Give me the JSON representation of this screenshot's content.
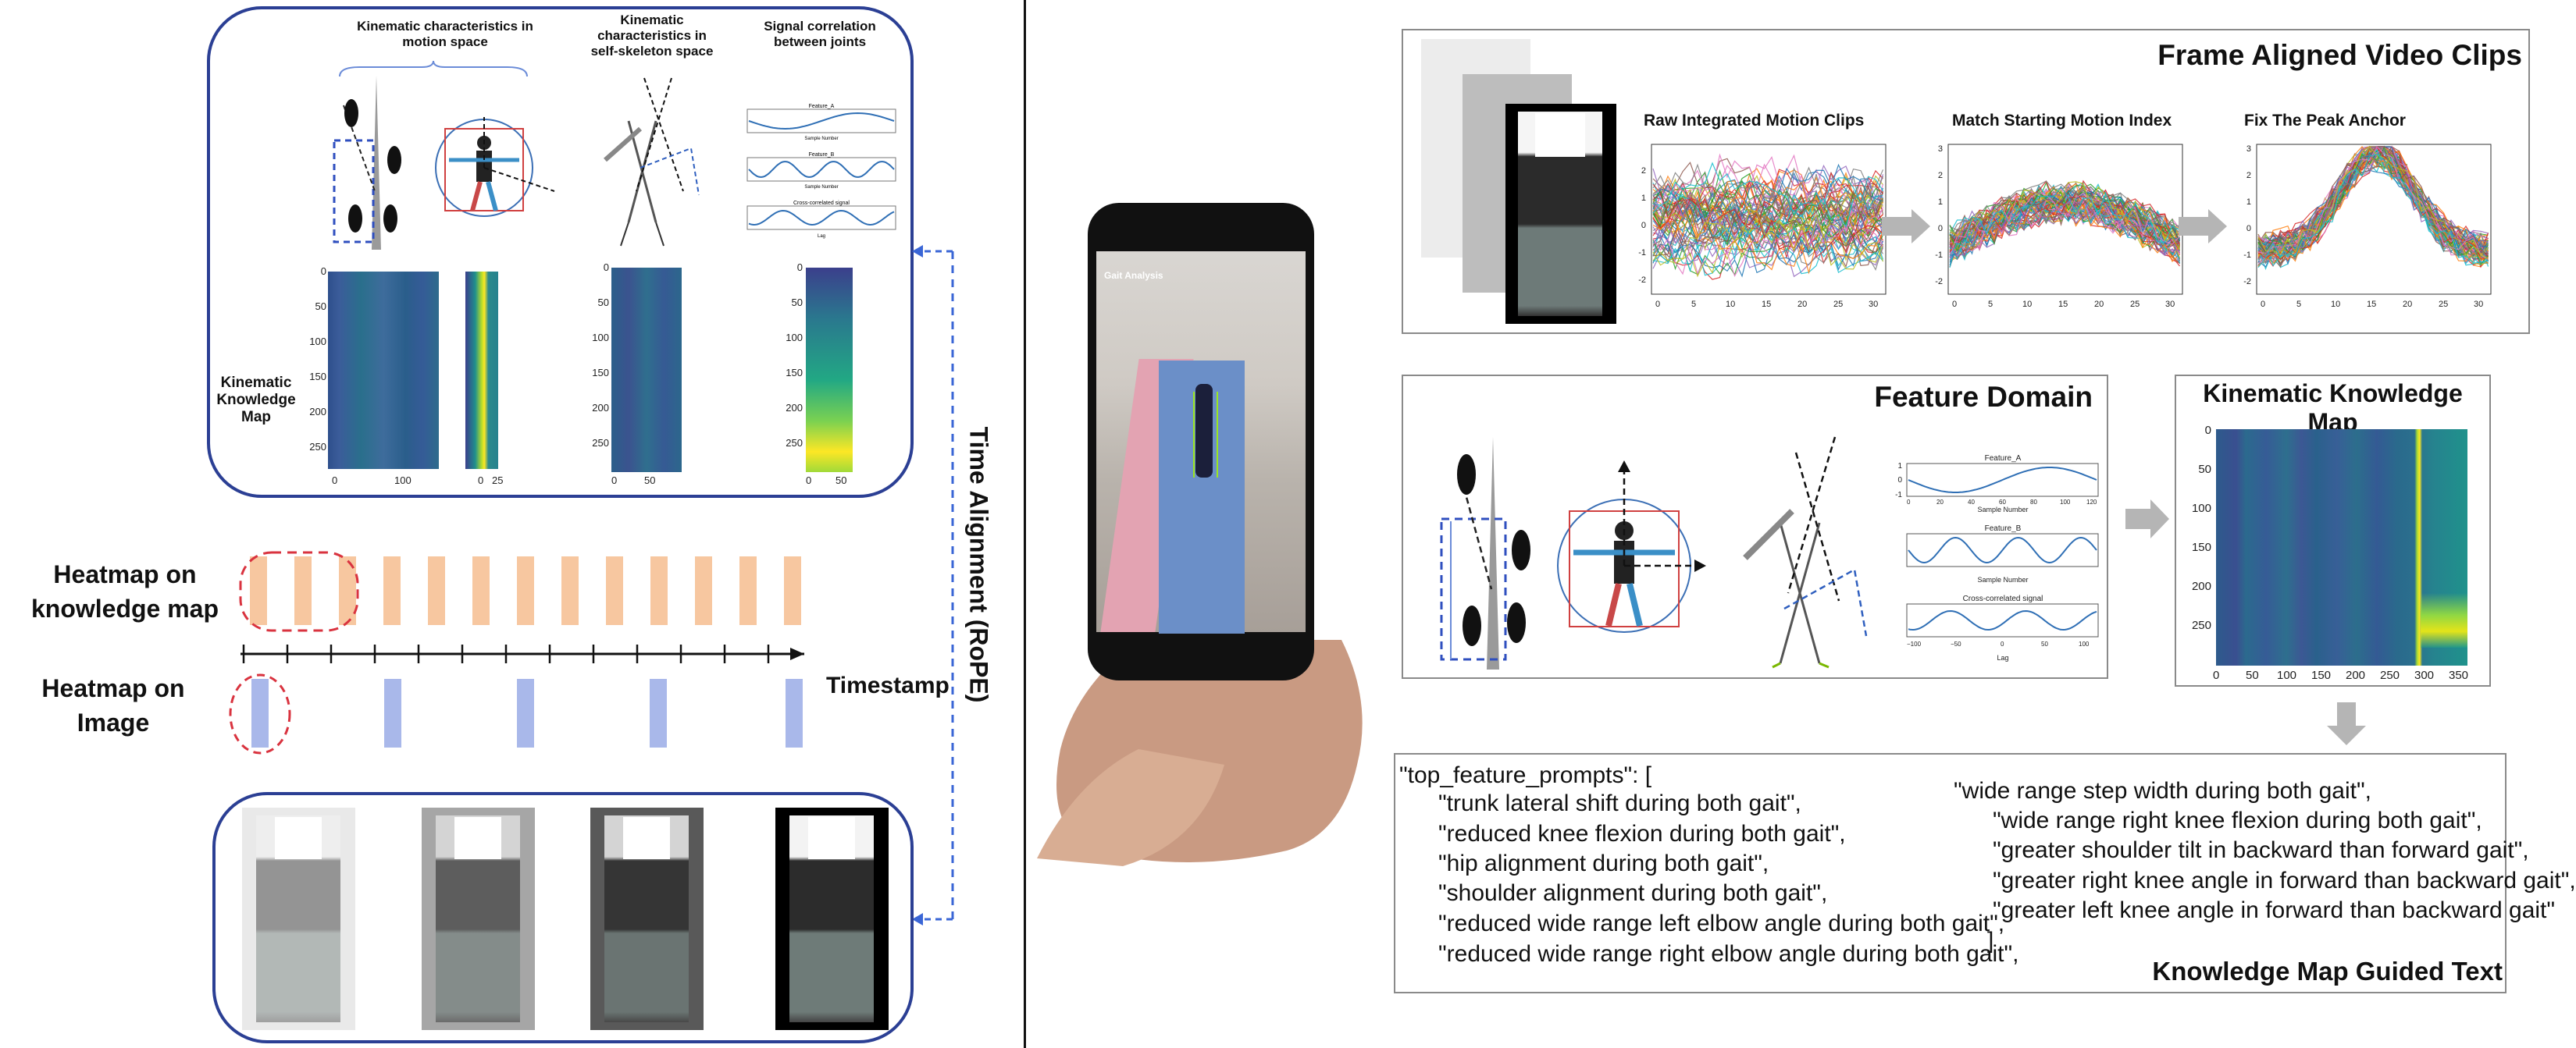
{
  "colors": {
    "frame_blue": "#2b3f94",
    "dash_blue": "#3a66d6",
    "peach": "#f7c7a0",
    "light_blue": "#a9b8ea",
    "dash_red": "#d9333f",
    "viridis_dark": "#3b3f8c",
    "viridis_mid": "#2b8a8c",
    "viridis_yellow": "#f2e72c",
    "signal_line": "#2f6fb5",
    "arrow_gray": "#b5b5b5"
  },
  "left": {
    "top_headers": [
      "Kinematic characteristics in\nmotion space",
      "Kinematic\ncharacteristics in\nself-skeleton space",
      "Signal correlation\nbetween joints"
    ],
    "km_label": "Kinematic\nKnowledge\nMap",
    "heatmap_knowledge_label": "Heatmap on\nknowledge map",
    "heatmap_image_label": "Heatmap on\nImage",
    "timestamp_label": "Timestamp",
    "time_alignment_label": "Time Alignment (RoPE)",
    "mini_signal_titles": [
      "Feature_A",
      "Feature_B",
      "Cross-correlated signal"
    ],
    "mini_signal_xlabels": [
      "Sample Number",
      "Sample Number",
      "Lag"
    ],
    "left_hm_yticks": [
      "0",
      "50",
      "100",
      "150",
      "200",
      "250"
    ],
    "left_hm1_xticks": [
      "0",
      "100"
    ],
    "left_hm2_xticks": [
      "0",
      "25"
    ],
    "left_hm3_xticks": [
      "0",
      "50"
    ],
    "left_hm4_xticks": [
      "0",
      "50"
    ]
  },
  "phone": {
    "status_text": "Gait Analysis"
  },
  "right": {
    "frame_aligned_title": "Frame Aligned Video Clips",
    "clip_titles": [
      "Raw Integrated Motion Clips",
      "Match Starting Motion Index",
      "Fix The Peak Anchor"
    ],
    "clip_yticks": [
      "2",
      "1",
      "0",
      "-1",
      "-2"
    ],
    "clip_yticks_b": [
      "3",
      "2",
      "1",
      "0",
      "-1",
      "-2"
    ],
    "clip_xticks": [
      "0",
      "5",
      "10",
      "15",
      "20",
      "25",
      "30"
    ],
    "feature_domain_title": "Feature Domain",
    "kkm_title": "Kinematic Knowledge Map",
    "kkm_yticks": [
      "0",
      "50",
      "100",
      "150",
      "200",
      "250"
    ],
    "kkm_xticks": [
      "0",
      "50",
      "100",
      "150",
      "200",
      "250",
      "300",
      "350"
    ],
    "signal_titles": [
      "Feature_A",
      "Feature_B",
      "Cross-correlated signal"
    ],
    "signal_xlabels": [
      "Sample Number",
      "Sample Number",
      "Lag"
    ],
    "signal_a_xticks": [
      "0",
      "20",
      "40",
      "60",
      "80",
      "100",
      "120"
    ],
    "signal_c_xticks": [
      "−100",
      "−50",
      "0",
      "50",
      "100"
    ],
    "signal_yticks": [
      "1",
      "0",
      "-1"
    ],
    "guided_text_title": "Knowledge Map Guided Text",
    "prompts_col1": [
      "\"top_feature_prompts\": [",
      "\"trunk lateral shift during both gait\",",
      "\"reduced knee flexion during both gait\",",
      "\"hip alignment during both gait\",",
      "\"shoulder alignment during both gait\",",
      "\"reduced wide range left elbow angle during both gait\",",
      "\"reduced wide range right elbow angle during both gait\","
    ],
    "prompts_col2": [
      "\"wide range step width during both gait\",",
      "\"wide range right knee flexion during both gait\",",
      "\"greater shoulder tilt in backward than forward gait\",",
      "\"greater right knee angle in forward than backward gait\",",
      "\"greater left knee angle in forward than backward gait\"",
      "]"
    ]
  }
}
